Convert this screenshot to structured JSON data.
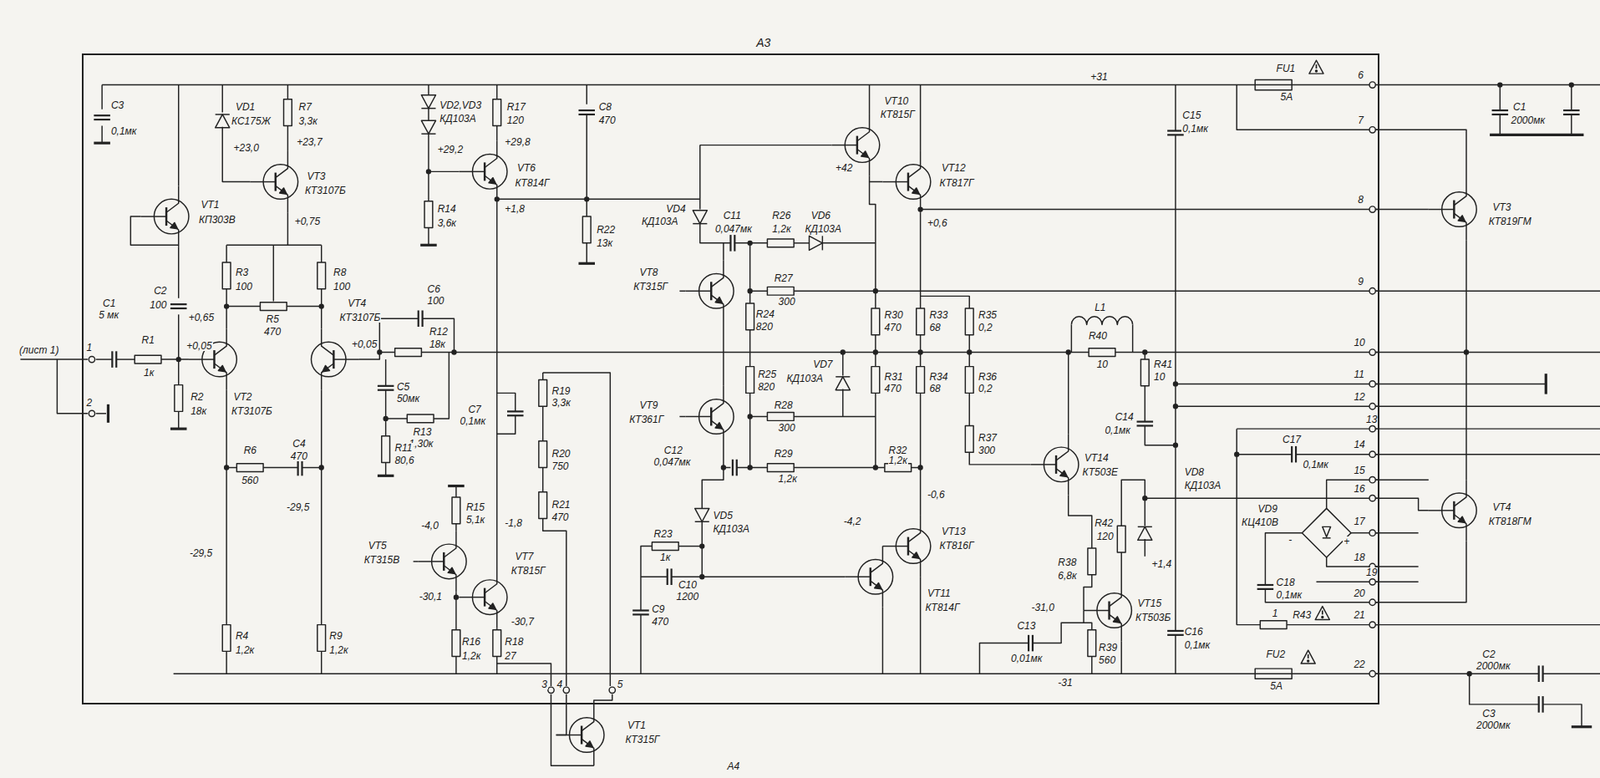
{
  "diagram": {
    "nodes": [
      {
        "text": [
          "A3"
        ]
      }
    ],
    "labels": [
      "(лист 1)",
      "1",
      "2",
      "C1",
      "5 мк",
      "R1",
      "1к",
      "C3",
      "0,1мк",
      "VD1",
      "КС175Ж",
      "+23,0",
      "R7",
      "3,3к",
      "+23,7",
      "VT3",
      "КТ3107Б",
      "VT1",
      "КП303В",
      "+0,75",
      "R3",
      "100",
      "C2",
      "100",
      "+0,65",
      "+0,05",
      "R5",
      "470",
      "R8",
      "100",
      "VT4",
      "КТ3107Б",
      "+0,05",
      "VT2",
      "КТ3107Б",
      "R2",
      "18к",
      "C4",
      "470",
      "R6",
      "560",
      "-29,5",
      "-29,5",
      "R4",
      "1,2к",
      "R9",
      "1,2к",
      "C6",
      "100",
      "R12",
      "18к",
      "C5",
      "50мк",
      "R13",
      "1,30к",
      "R11",
      "80,6",
      "VD2,VD3",
      "КД103А",
      "+29,2",
      "R17",
      "120",
      "+29,8",
      "VT6",
      "КТ814Г",
      "R14",
      "3,6к",
      "+1,8",
      "C8",
      "470",
      "R22",
      "13к",
      "C7",
      "0,1мк",
      "R19",
      "3,3к",
      "R20",
      "750",
      "R21",
      "470",
      "-1,8",
      "R15",
      "5,1к",
      "-4,0",
      "VT5",
      "КТ315В",
      "VT7",
      "КТ815Г",
      "-30,1",
      "-30,7",
      "R16",
      "1,2к",
      "R18",
      "27",
      "3",
      "4",
      "5",
      "VT1",
      "КТ315Г",
      "A4",
      "VD4",
      "КД103А",
      "C11",
      "0,047мк",
      "R26",
      "1,2к",
      "VD6",
      "КД103А",
      "+42",
      "VT10",
      "КТ815Г",
      "VT12",
      "КТ817Г",
      "+0,6",
      "VT8",
      "КТ315Г",
      "R27",
      "300",
      "R24",
      "820",
      "R30",
      "470",
      "R33",
      "68",
      "R35",
      "0,2",
      "VD7",
      "КД103А",
      "R25",
      "820",
      "R31",
      "470",
      "R34",
      "68",
      "R36",
      "0,2",
      "VT9",
      "КТ361Г",
      "R28",
      "300",
      "R37",
      "300",
      "C12",
      "0,047мк",
      "R29",
      "1,2к",
      "R32",
      "1,2к",
      "-0,6",
      "-4,2",
      "VT13",
      "КТ816Г",
      "VT11",
      "КТ814Г",
      "VD5",
      "КД103А",
      "R23",
      "1к",
      "C10",
      "1200",
      "C9",
      "470",
      "+31",
      "-31",
      "FU1",
      "5А",
      "C15",
      "0,1мк",
      "L1",
      "R40",
      "10",
      "R41",
      "10",
      "C14",
      "0,1мк",
      "VT14",
      "КТ503Е",
      "R42",
      "120",
      "+1,4",
      "VD8",
      "КД103А",
      "R38",
      "6,8к",
      "-31,0",
      "VT15",
      "КТ503Б",
      "C13",
      "0,01мк",
      "R39",
      "560",
      "C16",
      "0,1мк",
      "C17",
      "0,1мк",
      "VD9",
      "КЦ410В",
      "-",
      "+",
      "C18",
      "0,1мк",
      "R43",
      "1",
      "FU2",
      "5А",
      "6",
      "7",
      "8",
      "9",
      "10",
      "11",
      "12",
      "13",
      "14",
      "15",
      "16",
      "17",
      "18",
      "19",
      "20",
      "21",
      "22",
      "C1",
      "2000мк",
      "VT3",
      "КТ819ГМ",
      "VT4",
      "КТ818ГМ",
      "C2",
      "2000мк",
      "C3",
      "2000мк"
    ]
  }
}
